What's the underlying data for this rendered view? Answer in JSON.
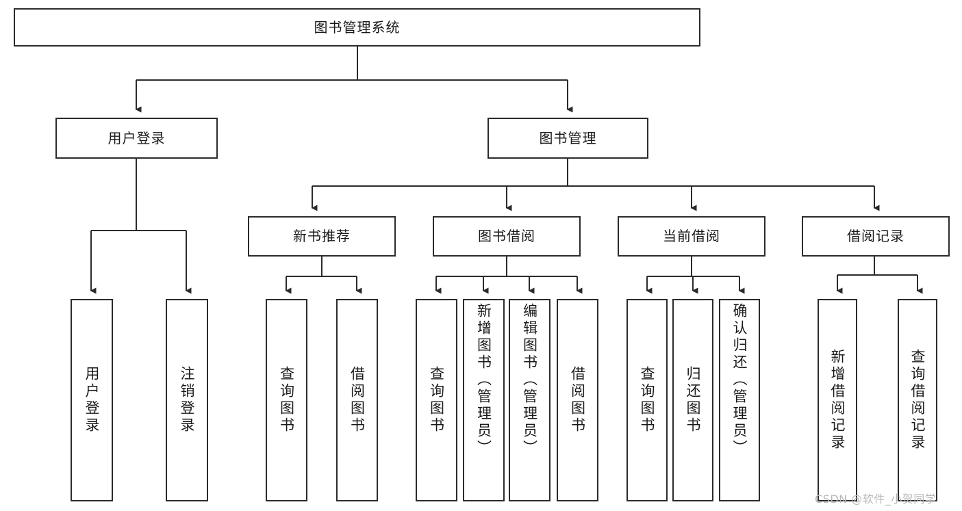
{
  "diagram": {
    "type": "tree-flowchart",
    "title_node": {
      "label": "图书管理系统"
    },
    "level2": [
      {
        "label": "用户登录"
      },
      {
        "label": "图书管理"
      }
    ],
    "level3": [
      {
        "label": "新书推荐"
      },
      {
        "label": "图书借阅"
      },
      {
        "label": "当前借阅"
      },
      {
        "label": "借阅记录"
      }
    ],
    "leaves": {
      "user_login": [
        {
          "label": "用户登录"
        },
        {
          "label": "注销登录"
        }
      ],
      "new_book_recommend": [
        {
          "label": "查询图书"
        },
        {
          "label": "借阅图书"
        }
      ],
      "book_borrow": [
        {
          "label": "查询图书"
        },
        {
          "label": "新增图书（管理员）"
        },
        {
          "label": "编辑图书（管理员）"
        },
        {
          "label": "借阅图书"
        }
      ],
      "current_borrow": [
        {
          "label": "查询图书"
        },
        {
          "label": "归还图书"
        },
        {
          "label": "确认归还（管理员）"
        }
      ],
      "borrow_records": [
        {
          "label": "新增借阅记录"
        },
        {
          "label": "查询借阅记录"
        }
      ]
    }
  },
  "watermark": {
    "text": "CSDN @软件_小贺同学"
  },
  "colors": {
    "stroke": "#2b2b2b",
    "fill": "#ffffff",
    "text": "#1a1a1a",
    "watermark": "#b9b9b9"
  }
}
